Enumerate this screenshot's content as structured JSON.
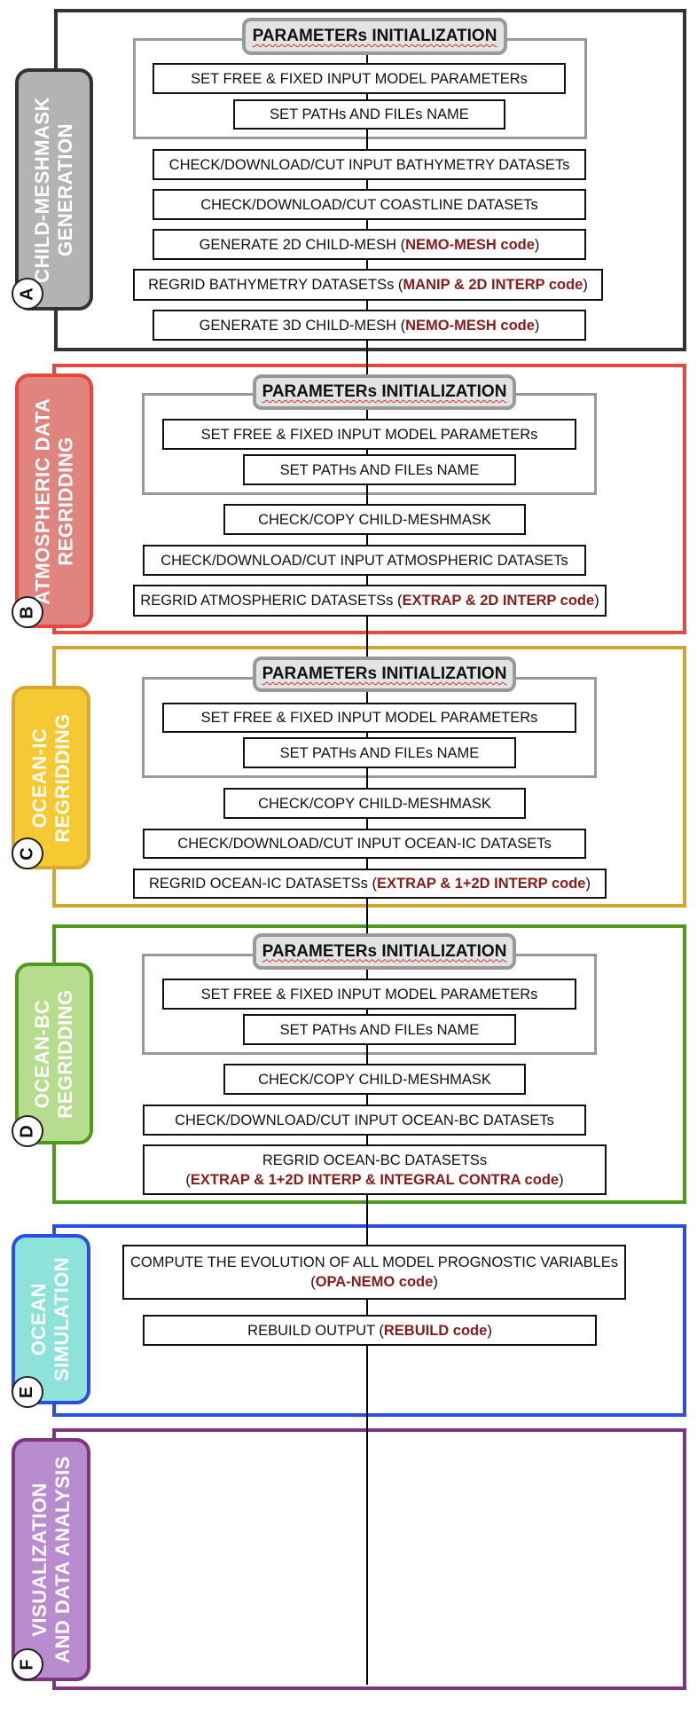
{
  "colors": {
    "section_a": "#333333",
    "section_b": "#e8473a",
    "section_c": "#d4a72c",
    "section_d": "#4e9a1d",
    "section_e": "#2c4de8",
    "section_f": "#7e3580",
    "code_text": "#8b1a1a"
  },
  "common": {
    "params_init": "PARAMETERs INITIALIZATION",
    "set_free": "SET FREE & FIXED INPUT MODEL PARAMETERs",
    "set_paths": "SET PATHs AND FILEs NAME",
    "check_copy": "CHECK/COPY CHILD-MESHMASK",
    "open_paren": "(",
    "close_paren": ")"
  },
  "sections": {
    "a": {
      "letter": "A",
      "title_line1": "CHILD-MESHMASK",
      "title_line2": "GENERATION",
      "steps": [
        {
          "text": "CHECK/DOWNLOAD/CUT INPUT BATHYMETRY DATASETs"
        },
        {
          "text": "CHECK/DOWNLOAD/CUT COASTLINE DATASETs"
        },
        {
          "text": "GENERATE 2D CHILD-MESH (",
          "code": "NEMO-MESH code",
          "suffix": ")"
        },
        {
          "text": "REGRID BATHYMETRY DATASETSs (",
          "code": "MANIP & 2D INTERP code",
          "suffix": ")"
        },
        {
          "text": "GENERATE 3D CHILD-MESH (",
          "code": "NEMO-MESH code",
          "suffix": ")"
        }
      ]
    },
    "b": {
      "letter": "B",
      "title_line1": "ATMOSPHERIC DATA",
      "title_line2": "REGRIDDING",
      "steps": [
        {
          "text": "CHECK/DOWNLOAD/CUT INPUT ATMOSPHERIC DATASETs"
        },
        {
          "text": "REGRID ATMOSPHERIC DATASETSs (",
          "code": "EXTRAP & 2D INTERP code",
          "suffix": ")"
        }
      ]
    },
    "c": {
      "letter": "C",
      "title_line1": "OCEAN-IC",
      "title_line2": "REGRIDDING",
      "steps": [
        {
          "text": "CHECK/DOWNLOAD/CUT INPUT OCEAN-IC DATASETs"
        },
        {
          "text": "REGRID OCEAN-IC DATASETSs (",
          "code": "EXTRAP & 1+2D INTERP code",
          "suffix": ")"
        }
      ]
    },
    "d": {
      "letter": "D",
      "title_line1": "OCEAN-BC",
      "title_line2": "REGRIDDING",
      "steps": [
        {
          "text": "CHECK/DOWNLOAD/CUT INPUT OCEAN-BC DATASETs"
        },
        {
          "text": "REGRID OCEAN-BC DATASETSs",
          "code": "EXTRAP & 1+2D INTERP & INTEGRAL CONTRA code"
        }
      ]
    },
    "e": {
      "letter": "E",
      "title_line1": "OCEAN",
      "title_line2": "SIMULATION",
      "steps": [
        {
          "text": "COMPUTE THE EVOLUTION OF ALL MODEL PROGNOSTIC VARIABLEs",
          "code": "OPA-NEMO code"
        },
        {
          "text": "REBUILD OUTPUT (",
          "code": "REBUILD code",
          "suffix": ")"
        }
      ]
    },
    "f": {
      "letter": "F",
      "title_line1": "VISUALIZATION",
      "title_line2": "AND DATA ANALYSIS"
    }
  }
}
